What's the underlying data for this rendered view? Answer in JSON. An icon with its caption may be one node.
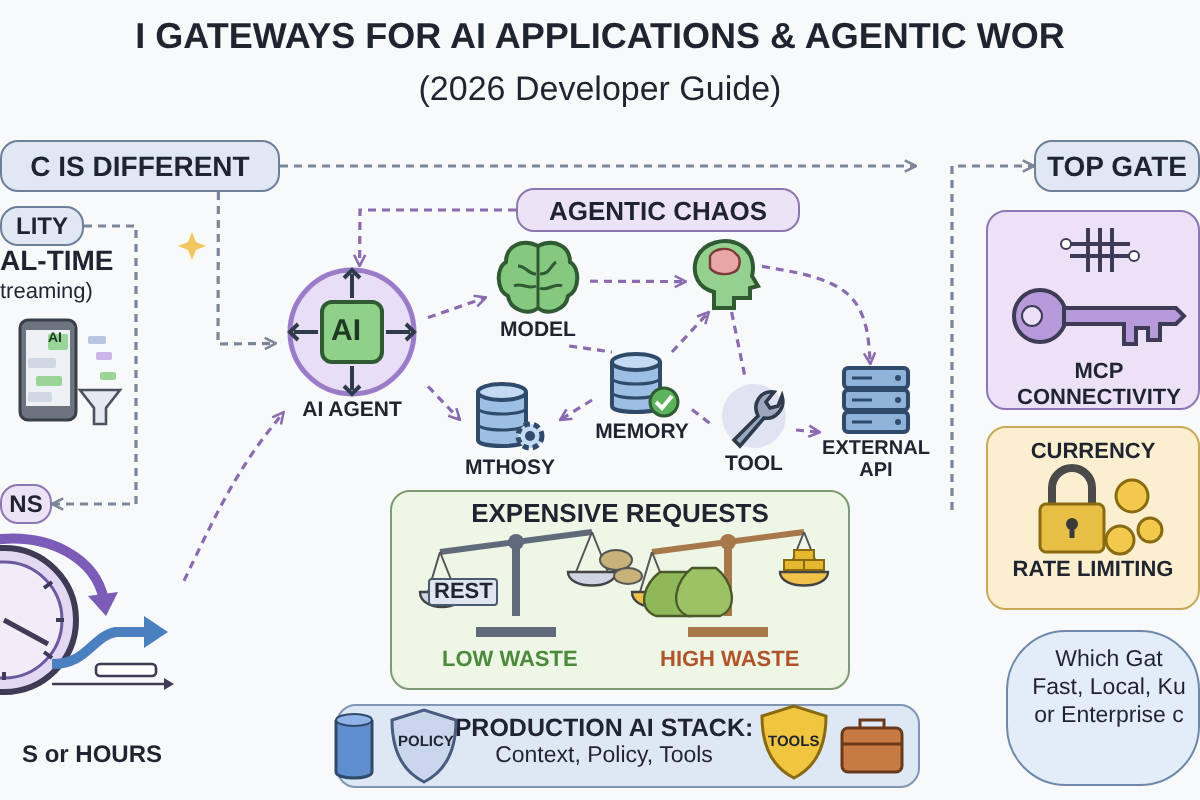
{
  "diagram": {
    "title": "I GATEWAYS FOR AI APPLICATIONS & AGENTIC WOR",
    "nodes": [
      {
        "text": [
          "C IS DIFFERENT"
        ]
      },
      {
        "text": [
          "LITY"
        ]
      },
      {
        "text": [
          "NS"
        ]
      },
      {
        "text": [],
        "shape": "picture",
        "beside": [
          "S or HOURS"
        ]
      },
      {
        "text": [
          "AI",
          "AI AGENT"
        ]
      },
      {
        "text": [
          "AGENTIC CHAOS"
        ]
      },
      {
        "text": [
          "MODEL"
        ]
      },
      {
        "text": [],
        "shape": "person"
      },
      {
        "text": [
          "MTHOSY"
        ]
      },
      {
        "text": [
          "MEMORY"
        ]
      },
      {
        "text": [
          "TOOL"
        ]
      },
      {
        "text": [
          "EXTERNAL API"
        ]
      },
      {
        "text": [
          "EXPENSIVE REQUESTS"
        ]
      },
      {
        "text": [
          "PRODUCTION AI STACK:",
          "Context, Policy, Tools"
        ]
      },
      {
        "text": [
          "TOP GATE"
        ]
      },
      {
        "text": [
          "MCP CONNECTIVITY"
        ]
      },
      {
        "text": [
          "CURRENCY",
          "RATE LIMITING"
        ]
      },
      {
        "text": [
          "Which Gat Fast, Local, Ku or Enterprise c"
        ]
      }
    ],
    "edges": [
      {
        "from": 0,
        "to": null,
        "arrow": "to",
        "style": "dashed",
        "color": "#7b8799"
      },
      {
        "from": null,
        "to": 14,
        "arrow": "to",
        "style": "dashed",
        "color": "#7b8799"
      },
      {
        "from": 0,
        "to": 4,
        "arrow": "to",
        "style": "dashed",
        "color": "#7b8799"
      },
      {
        "from": 1,
        "to": 2,
        "arrow": "to",
        "style": "dashed",
        "color": "#7b8799"
      },
      {
        "from": 3,
        "to": 4,
        "arrow": "to",
        "style": "dashed"
      },
      {
        "from": 5,
        "to": 4,
        "arrow": "to",
        "style": "dashed"
      },
      {
        "from": 4,
        "to": 6,
        "arrow": "to",
        "style": "dashed"
      },
      {
        "from": 4,
        "to": 8,
        "arrow": "to",
        "style": "dashed"
      },
      {
        "from": 6,
        "to": 7,
        "arrow": "to",
        "style": "dashed"
      },
      {
        "from": 6,
        "to": 9,
        "arrow": "none",
        "style": "dashed"
      },
      {
        "from": 9,
        "to": 7,
        "arrow": "to",
        "style": "dashed"
      },
      {
        "from": 9,
        "to": 8,
        "arrow": "to",
        "style": "dashed"
      },
      {
        "from": 9,
        "to": 10,
        "arrow": "none",
        "style": "dashed"
      },
      {
        "from": 7,
        "to": 10,
        "arrow": "none",
        "style": "dashed"
      },
      {
        "from": 7,
        "to": 11,
        "arrow": "to",
        "style": "dashed"
      },
      {
        "from": 10,
        "to": 11,
        "arrow": "to",
        "style": "dashed"
      }
    ],
    "labels": [
      "(2026 Developer Guide)",
      "AL-TIME",
      "treaming)",
      "AI",
      "REST",
      "LOW WASTE",
      "HIGH WASTE",
      "POLICY",
      "TOOLS"
    ]
  }
}
